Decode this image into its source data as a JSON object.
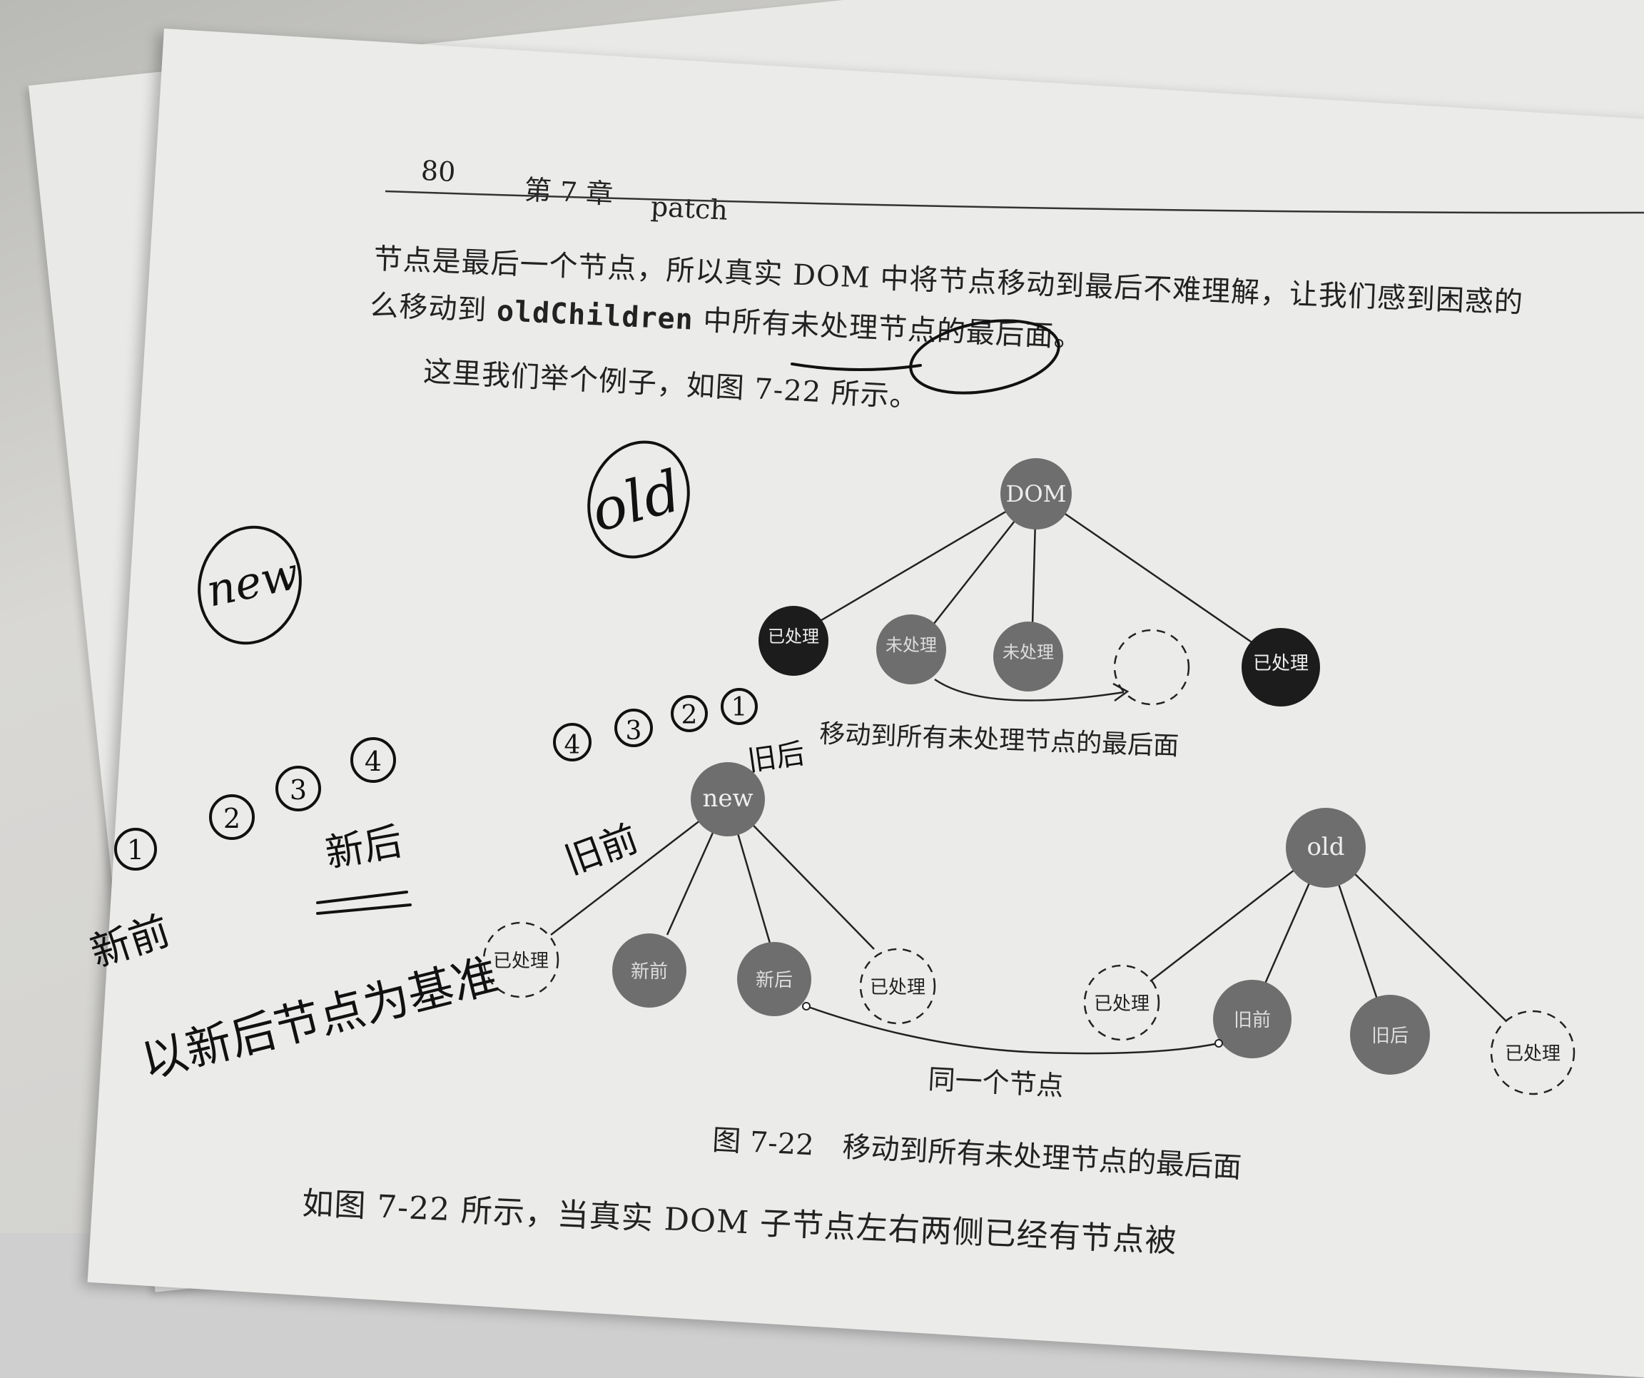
{
  "header": {
    "page_number": "80",
    "chapter": "第 7 章",
    "chapter_title": "patch"
  },
  "paragraph": {
    "line1": "节点是最后一个节点，所以真实 DOM 中将节点移动到最后不难理解，让我们感到困惑的",
    "line2_prefix": "么移动到 ",
    "line2_code": "oldChildren",
    "line2_suffix": " 中所有未处理节点的最后面。",
    "line3": "这里我们举个例子，如图 7-22 所示。"
  },
  "diagram_top": {
    "root": "DOM",
    "nodes": [
      "已处理",
      "未处理",
      "未处理",
      "",
      "已处理"
    ],
    "arrow_label": "移动到所有未处理节点的最后面"
  },
  "diagram_new": {
    "root": "new",
    "nodes": [
      "已处理",
      "新前",
      "新后",
      "已处理"
    ]
  },
  "diagram_old": {
    "root": "old",
    "nodes": [
      "已处理",
      "旧前",
      "旧后",
      "已处理"
    ]
  },
  "same_node_label": "同一个节点",
  "figure_caption": "图 7-22　移动到所有未处理节点的最后面",
  "bottom_line": "如图 7-22 所示，当真实 DOM 子节点左右两侧已经有节点被",
  "handwriting": {
    "old": "old",
    "new": "new",
    "nums_right": [
      "4",
      "3",
      "2",
      "1"
    ],
    "nums_left": [
      "1",
      "2",
      "3",
      "4"
    ],
    "jiuhou": "旧后",
    "jiuqian": "旧前",
    "xinhou": "新后",
    "xinqian": "新前",
    "note": "以新后节点为基准"
  },
  "colors": {
    "ink": "#111111",
    "dark_node": "#1c1c1c",
    "mid_node": "#6e6e6e",
    "paper": "#ebebea"
  }
}
